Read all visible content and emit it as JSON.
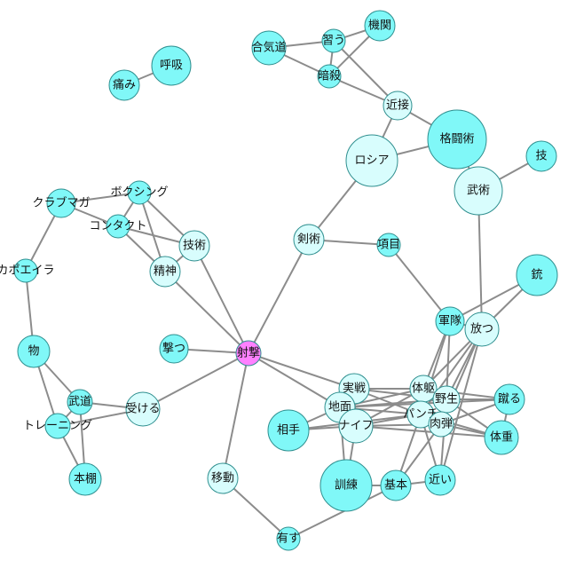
{
  "colors": {
    "focus": "#ff80ff",
    "primary": "#80f8f8",
    "light": "#d8fdfd",
    "edge": "#8c8c8c",
    "stroke": "#2f8f8f"
  },
  "nodes": [
    {
      "id": "kokyu",
      "label": "呼吸",
      "tone": "primary"
    },
    {
      "id": "itami",
      "label": "痛み",
      "tone": "primary"
    },
    {
      "id": "aikido",
      "label": "合気道",
      "tone": "primary"
    },
    {
      "id": "narau",
      "label": "習う",
      "tone": "primary"
    },
    {
      "id": "kikan",
      "label": "機関",
      "tone": "primary"
    },
    {
      "id": "ansatsu",
      "label": "暗殺",
      "tone": "primary"
    },
    {
      "id": "kinsetsu",
      "label": "近接",
      "tone": "light"
    },
    {
      "id": "kakutojutsu",
      "label": "格闘術",
      "tone": "primary"
    },
    {
      "id": "roshia",
      "label": "ロシア",
      "tone": "light"
    },
    {
      "id": "waza",
      "label": "技",
      "tone": "primary"
    },
    {
      "id": "bujutsu",
      "label": "武術",
      "tone": "light"
    },
    {
      "id": "kuravmaga",
      "label": "クラブマガ",
      "tone": "primary"
    },
    {
      "id": "boxing",
      "label": "ボクシング",
      "tone": "primary"
    },
    {
      "id": "contact",
      "label": "コンタクト",
      "tone": "primary"
    },
    {
      "id": "gijutsu",
      "label": "技術",
      "tone": "light"
    },
    {
      "id": "seishin",
      "label": "精神",
      "tone": "light"
    },
    {
      "id": "kenjutsu",
      "label": "剣術",
      "tone": "light"
    },
    {
      "id": "komoku",
      "label": "項目",
      "tone": "primary"
    },
    {
      "id": "capoeira",
      "label": "カポエイラ",
      "tone": "primary"
    },
    {
      "id": "ju",
      "label": "銃",
      "tone": "primary"
    },
    {
      "id": "guntai",
      "label": "軍隊",
      "tone": "primary"
    },
    {
      "id": "hanatsu",
      "label": "放つ",
      "tone": "light"
    },
    {
      "id": "mono",
      "label": "物",
      "tone": "primary"
    },
    {
      "id": "utsu",
      "label": "撃つ",
      "tone": "primary"
    },
    {
      "id": "shageki",
      "label": "射撃",
      "tone": "focus"
    },
    {
      "id": "budo",
      "label": "武道",
      "tone": "primary"
    },
    {
      "id": "ukeru",
      "label": "受ける",
      "tone": "light"
    },
    {
      "id": "jissen",
      "label": "実戦",
      "tone": "light"
    },
    {
      "id": "taikyu",
      "label": "体躯",
      "tone": "light"
    },
    {
      "id": "yasei",
      "label": "野生",
      "tone": "light"
    },
    {
      "id": "keru",
      "label": "蹴る",
      "tone": "primary"
    },
    {
      "id": "jimen",
      "label": "地面",
      "tone": "light"
    },
    {
      "id": "training",
      "label": "トレーニング",
      "tone": "primary"
    },
    {
      "id": "panchi",
      "label": "パンチ",
      "tone": "light"
    },
    {
      "id": "nikudan",
      "label": "肉弾",
      "tone": "light"
    },
    {
      "id": "aite",
      "label": "相手",
      "tone": "primary"
    },
    {
      "id": "naifu",
      "label": "ナイフ",
      "tone": "light"
    },
    {
      "id": "taiju",
      "label": "体重",
      "tone": "primary"
    },
    {
      "id": "hondana",
      "label": "本棚",
      "tone": "primary"
    },
    {
      "id": "ido",
      "label": "移動",
      "tone": "light"
    },
    {
      "id": "kunren",
      "label": "訓練",
      "tone": "primary"
    },
    {
      "id": "kihon",
      "label": "基本",
      "tone": "primary"
    },
    {
      "id": "chikai",
      "label": "近い",
      "tone": "primary"
    },
    {
      "id": "yusu",
      "label": "有す",
      "tone": "primary"
    }
  ],
  "edges": [
    [
      "kokyu",
      "itami"
    ],
    [
      "aikido",
      "narau"
    ],
    [
      "aikido",
      "ansatsu"
    ],
    [
      "narau",
      "kikan"
    ],
    [
      "narau",
      "ansatsu"
    ],
    [
      "narau",
      "kinsetsu"
    ],
    [
      "ansatsu",
      "kikan"
    ],
    [
      "ansatsu",
      "kinsetsu"
    ],
    [
      "kinsetsu",
      "roshia"
    ],
    [
      "kinsetsu",
      "kakutojutsu"
    ],
    [
      "kakutojutsu",
      "roshia"
    ],
    [
      "kakutojutsu",
      "bujutsu"
    ],
    [
      "bujutsu",
      "waza"
    ],
    [
      "bujutsu",
      "hanatsu"
    ],
    [
      "roshia",
      "kenjutsu"
    ],
    [
      "kuravmaga",
      "boxing"
    ],
    [
      "kuravmaga",
      "contact"
    ],
    [
      "kuravmaga",
      "capoeira"
    ],
    [
      "boxing",
      "contact"
    ],
    [
      "boxing",
      "gijutsu"
    ],
    [
      "boxing",
      "seishin"
    ],
    [
      "contact",
      "gijutsu"
    ],
    [
      "contact",
      "seishin"
    ],
    [
      "gijutsu",
      "seishin"
    ],
    [
      "gijutsu",
      "shageki"
    ],
    [
      "seishin",
      "shageki"
    ],
    [
      "kenjutsu",
      "shageki"
    ],
    [
      "kenjutsu",
      "komoku"
    ],
    [
      "komoku",
      "guntai"
    ],
    [
      "ju",
      "guntai"
    ],
    [
      "ju",
      "hanatsu"
    ],
    [
      "guntai",
      "hanatsu"
    ],
    [
      "capoeira",
      "mono"
    ],
    [
      "mono",
      "budo"
    ],
    [
      "mono",
      "training"
    ],
    [
      "budo",
      "training"
    ],
    [
      "budo",
      "ukeru"
    ],
    [
      "budo",
      "hondana"
    ],
    [
      "training",
      "ukeru"
    ],
    [
      "training",
      "hondana"
    ],
    [
      "utsu",
      "shageki"
    ],
    [
      "shageki",
      "ukeru"
    ],
    [
      "shageki",
      "jissen"
    ],
    [
      "shageki",
      "jimen"
    ],
    [
      "shageki",
      "ido"
    ],
    [
      "jissen",
      "jimen"
    ],
    [
      "jissen",
      "naifu"
    ],
    [
      "jissen",
      "taikyu"
    ],
    [
      "jissen",
      "panchi"
    ],
    [
      "jissen",
      "yasei"
    ],
    [
      "jimen",
      "aite"
    ],
    [
      "jimen",
      "naifu"
    ],
    [
      "jimen",
      "taikyu"
    ],
    [
      "jimen",
      "panchi"
    ],
    [
      "jimen",
      "yasei"
    ],
    [
      "jimen",
      "keru"
    ],
    [
      "jimen",
      "kunren"
    ],
    [
      "naifu",
      "aite"
    ],
    [
      "naifu",
      "taikyu"
    ],
    [
      "naifu",
      "panchi"
    ],
    [
      "naifu",
      "nikudan"
    ],
    [
      "naifu",
      "kunren"
    ],
    [
      "naifu",
      "taiju"
    ],
    [
      "taikyu",
      "yasei"
    ],
    [
      "taikyu",
      "panchi"
    ],
    [
      "taikyu",
      "keru"
    ],
    [
      "taikyu",
      "guntai"
    ],
    [
      "taikyu",
      "hanatsu"
    ],
    [
      "yasei",
      "keru"
    ],
    [
      "yasei",
      "taiju"
    ],
    [
      "yasei",
      "guntai"
    ],
    [
      "yasei",
      "hanatsu"
    ],
    [
      "yasei",
      "chikai"
    ],
    [
      "panchi",
      "nikudan"
    ],
    [
      "panchi",
      "kihon"
    ],
    [
      "panchi",
      "chikai"
    ],
    [
      "panchi",
      "guntai"
    ],
    [
      "panchi",
      "hanatsu"
    ],
    [
      "panchi",
      "taiju"
    ],
    [
      "nikudan",
      "keru"
    ],
    [
      "nikudan",
      "taiju"
    ],
    [
      "nikudan",
      "kihon"
    ],
    [
      "nikudan",
      "hanatsu"
    ],
    [
      "keru",
      "taiju"
    ],
    [
      "aite",
      "panchi"
    ],
    [
      "kunren",
      "kihon"
    ],
    [
      "kihon",
      "chikai"
    ],
    [
      "kihon",
      "yusu"
    ],
    [
      "ido",
      "yusu"
    ],
    [
      "chikai",
      "hanatsu"
    ]
  ]
}
